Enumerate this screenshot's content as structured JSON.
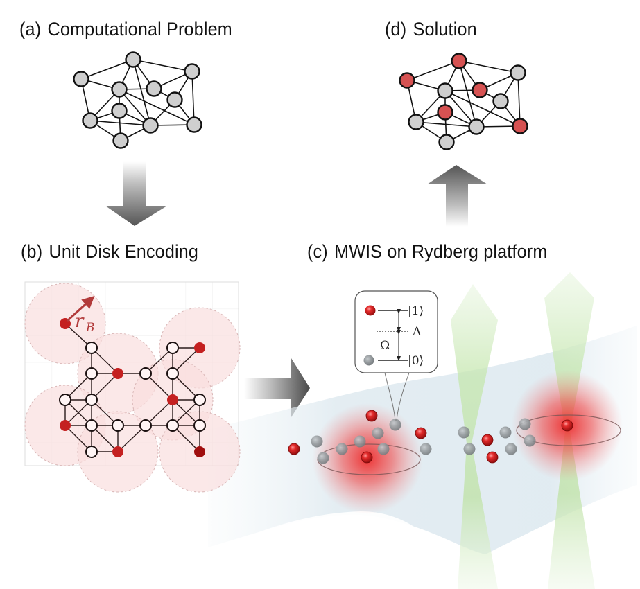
{
  "panels": {
    "a": {
      "tag": "(a)",
      "title": "Computational Problem"
    },
    "b": {
      "tag": "(b)",
      "title": "Unit Disk Encoding"
    },
    "c": {
      "tag": "(c)",
      "title": "MWIS on Rydberg platform"
    },
    "d": {
      "tag": "(d)",
      "title": "Solution"
    }
  },
  "colors": {
    "node_default": "#cfcfcf",
    "node_selected": "#d65252",
    "udg_selected": "#c42020",
    "udg_selected_dark": "#a00e0e",
    "disk_fill": "#f9dede",
    "arrow_gray": "#5a5a5a",
    "beam_green": "#b8e0a0",
    "rydberg_glow": "#ee2a2a",
    "sheet_blue": "#dde9ef"
  },
  "problem_graph": {
    "nodes": [
      "N0",
      "N1",
      "N2",
      "N3",
      "N4",
      "N5",
      "N6",
      "N7",
      "N8",
      "N9",
      "N10"
    ],
    "edges": [
      [
        "N0",
        "N1"
      ],
      [
        "N0",
        "N2"
      ],
      [
        "N0",
        "N3"
      ],
      [
        "N0",
        "N4"
      ],
      [
        "N0",
        "N8"
      ],
      [
        "N1",
        "N3"
      ],
      [
        "N1",
        "N7"
      ],
      [
        "N2",
        "N4"
      ],
      [
        "N2",
        "N5"
      ],
      [
        "N2",
        "N9"
      ],
      [
        "N3",
        "N4"
      ],
      [
        "N3",
        "N6"
      ],
      [
        "N3",
        "N7"
      ],
      [
        "N3",
        "N8"
      ],
      [
        "N3",
        "N9"
      ],
      [
        "N4",
        "N5"
      ],
      [
        "N5",
        "N8"
      ],
      [
        "N5",
        "N9"
      ],
      [
        "N6",
        "N7"
      ],
      [
        "N6",
        "N8"
      ],
      [
        "N6",
        "N10"
      ],
      [
        "N7",
        "N8"
      ],
      [
        "N7",
        "N10"
      ],
      [
        "N8",
        "N9"
      ],
      [
        "N8",
        "N10"
      ]
    ]
  },
  "solution": {
    "selected_nodes": [
      "N0",
      "N1",
      "N4",
      "N6",
      "N9"
    ]
  },
  "unit_disk_graph": {
    "grid_cols": 6,
    "grid_rows": 6,
    "nodes": [
      {
        "id": "u00",
        "col": 0,
        "row": 0,
        "selected": true
      },
      {
        "id": "u11",
        "col": 1,
        "row": 1,
        "selected": false
      },
      {
        "id": "u41",
        "col": 4,
        "row": 1,
        "selected": false
      },
      {
        "id": "u51",
        "col": 5,
        "row": 1,
        "selected": true
      },
      {
        "id": "u12",
        "col": 1,
        "row": 2,
        "selected": false
      },
      {
        "id": "u22",
        "col": 2,
        "row": 2,
        "selected": true
      },
      {
        "id": "u32",
        "col": 3,
        "row": 2,
        "selected": false
      },
      {
        "id": "u42",
        "col": 4,
        "row": 2,
        "selected": false
      },
      {
        "id": "u03",
        "col": 0,
        "row": 3,
        "selected": false
      },
      {
        "id": "u13",
        "col": 1,
        "row": 3,
        "selected": false
      },
      {
        "id": "u43",
        "col": 4,
        "row": 3,
        "selected": true
      },
      {
        "id": "u53",
        "col": 5,
        "row": 3,
        "selected": false
      },
      {
        "id": "u04",
        "col": 0,
        "row": 4,
        "selected": true
      },
      {
        "id": "u14",
        "col": 1,
        "row": 4,
        "selected": false
      },
      {
        "id": "u24",
        "col": 2,
        "row": 4,
        "selected": false
      },
      {
        "id": "u34",
        "col": 3,
        "row": 4,
        "selected": false
      },
      {
        "id": "u44",
        "col": 4,
        "row": 4,
        "selected": false
      },
      {
        "id": "u54",
        "col": 5,
        "row": 4,
        "selected": false
      },
      {
        "id": "u15",
        "col": 1,
        "row": 5,
        "selected": false
      },
      {
        "id": "u25",
        "col": 2,
        "row": 5,
        "selected": true
      },
      {
        "id": "u55",
        "col": 5,
        "row": 5,
        "selected": true
      }
    ],
    "edges": [
      [
        "u00",
        "u11"
      ],
      [
        "u11",
        "u12"
      ],
      [
        "u11",
        "u22"
      ],
      [
        "u12",
        "u22"
      ],
      [
        "u12",
        "u03"
      ],
      [
        "u12",
        "u13"
      ],
      [
        "u22",
        "u13"
      ],
      [
        "u22",
        "u32"
      ],
      [
        "u03",
        "u13"
      ],
      [
        "u03",
        "u04"
      ],
      [
        "u03",
        "u14"
      ],
      [
        "u13",
        "u04"
      ],
      [
        "u13",
        "u14"
      ],
      [
        "u13",
        "u24"
      ],
      [
        "u04",
        "u14"
      ],
      [
        "u04",
        "u15"
      ],
      [
        "u14",
        "u15"
      ],
      [
        "u14",
        "u25"
      ],
      [
        "u14",
        "u24"
      ],
      [
        "u15",
        "u25"
      ],
      [
        "u24",
        "u25"
      ],
      [
        "u24",
        "u34"
      ],
      [
        "u34",
        "u25"
      ],
      [
        "u41",
        "u51"
      ],
      [
        "u41",
        "u32"
      ],
      [
        "u41",
        "u42"
      ],
      [
        "u51",
        "u42"
      ],
      [
        "u32",
        "u43"
      ],
      [
        "u42",
        "u43"
      ],
      [
        "u42",
        "u53"
      ],
      [
        "u43",
        "u53"
      ],
      [
        "u43",
        "u44"
      ],
      [
        "u43",
        "u54"
      ],
      [
        "u43",
        "u34"
      ],
      [
        "u53",
        "u44"
      ],
      [
        "u53",
        "u54"
      ],
      [
        "u44",
        "u54"
      ],
      [
        "u34",
        "u44"
      ],
      [
        "u44",
        "u55"
      ],
      [
        "u54",
        "u55"
      ]
    ],
    "disk_centers": [
      "u00",
      "u22",
      "u51",
      "u43",
      "u04",
      "u25",
      "u55"
    ],
    "radius_label": "r",
    "radius_subscript": "B"
  },
  "level_diagram": {
    "excited_ket": "|1⟩",
    "ground_ket": "|0⟩",
    "detuning_symbol": "Δ",
    "rabi_symbol": "Ω"
  },
  "atom_array": {
    "atoms": [
      {
        "state": "excited"
      },
      {
        "state": "ground"
      },
      {
        "state": "ground"
      },
      {
        "state": "excited"
      },
      {
        "state": "ground"
      },
      {
        "state": "ground"
      },
      {
        "state": "ground"
      },
      {
        "state": "ground"
      },
      {
        "state": "excited"
      },
      {
        "state": "ground"
      },
      {
        "state": "excited"
      },
      {
        "state": "ground"
      },
      {
        "state": "ground"
      },
      {
        "state": "ground"
      },
      {
        "state": "excited"
      },
      {
        "state": "excited"
      },
      {
        "state": "ground"
      },
      {
        "state": "ground"
      },
      {
        "state": "ground"
      },
      {
        "state": "ground"
      },
      {
        "state": "excited"
      }
    ]
  }
}
